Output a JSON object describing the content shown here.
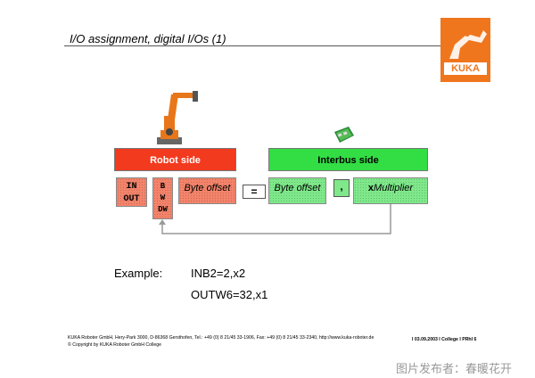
{
  "slide": {
    "title": "I/O assignment, digital I/Os (1)"
  },
  "logo": {
    "text": "KUKA",
    "brand_color": "#f0761d"
  },
  "diagram": {
    "robot_header": "Robot side",
    "interbus_header": "Interbus side",
    "in_label": "IN",
    "out_label": "OUT",
    "b_label": "B",
    "w_label": "W",
    "dw_label": "DW",
    "byte_offset_robot": "Byte offset",
    "equals": "=",
    "byte_offset_interbus": "Byte offset",
    "comma": ",",
    "multiplier_prefix": "x",
    "multiplier_text": "Multiplier",
    "colors": {
      "robot": "#f23a1f",
      "robot_light": "#f3836a",
      "interbus": "#33dd44",
      "interbus_light": "#7ee88a"
    }
  },
  "example": {
    "label": "Example:",
    "line1": "INB2=2,x2",
    "line2": "OUTW6=32,x1"
  },
  "footer": {
    "line1": "KUKA Roboter GmbH, Hery-Park 3000, D-86368 Gersthofen, Tel.: +49 (0) 8 21/45 33-1906, Fax: +49 (0) 8 21/45 33-2340, http://www.kuka-roboter.de",
    "line2": "© Copyright by KUKA Roboter GmbH College",
    "line3": "I 03.09.2003 I College I PRhI 6"
  },
  "watermark": "图片发布者：春暖花开"
}
